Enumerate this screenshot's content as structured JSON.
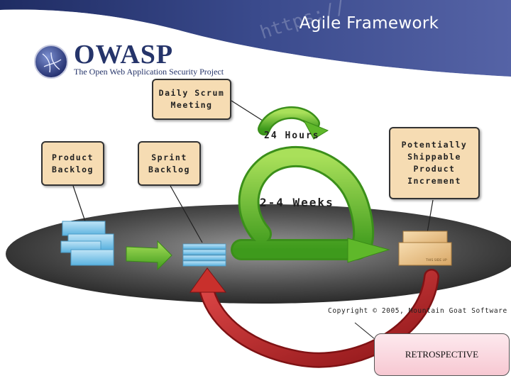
{
  "slide": {
    "title": "Agile Framework"
  },
  "header": {
    "brand": "OWASP",
    "subtitle": "The Open Web Application Security Project",
    "watermark": "https://"
  },
  "diagram": {
    "daily_scrum": "Daily Scrum\nMeeting",
    "product_backlog": "Product\nBacklog",
    "sprint_backlog": "Sprint\nBacklog",
    "increment": "Potentially\nShippable\nProduct\nIncrement",
    "hours_label": "24 Hours",
    "weeks_label": "2-4 Weeks",
    "copyright": "Copyright © 2005, Mountain Goat Software",
    "box_stamp": "THIS SIDE UP",
    "retrospective": "RETROSPECTIVE"
  },
  "colors": {
    "header_blue": "#2b3a7a",
    "label_fill": "#f6dcb3",
    "green_arrow": "#6cc22e",
    "red_arrow": "#c0292b",
    "retro_fill": "#f9d4dc"
  }
}
